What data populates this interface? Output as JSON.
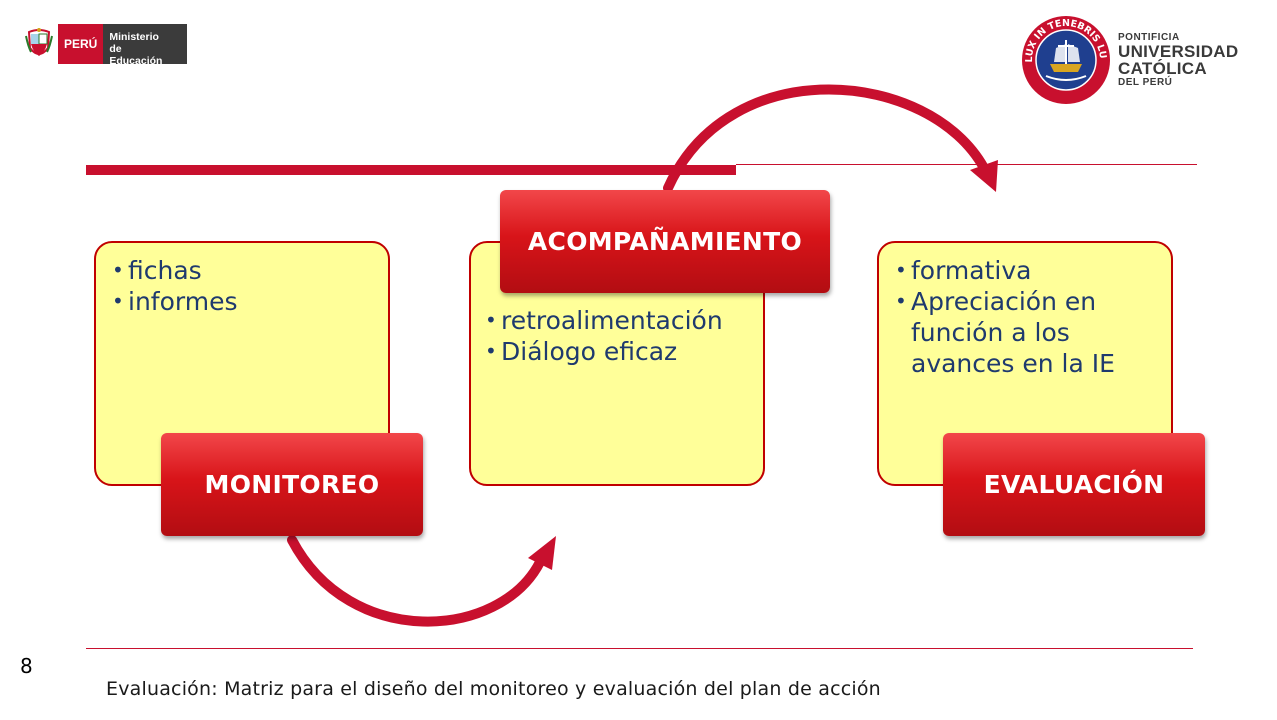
{
  "header": {
    "minedu_country": "PERÚ",
    "minedu_ministry_line1": "Ministerio",
    "minedu_ministry_line2": "de Educación",
    "pucp_line1": "PONTIFICIA",
    "pucp_line2": "UNIVERSIDAD",
    "pucp_line3": "CATÓLICA",
    "pucp_line4": "DEL PERÚ",
    "pucp_seal_motto": "ET LUX IN TENEBRIS LUCET"
  },
  "stages": [
    {
      "label": "MONITOREO",
      "items": [
        "fichas",
        "informes"
      ]
    },
    {
      "label": "ACOMPAÑAMIENTO",
      "items": [
        "retroalimentación",
        "Diálogo eficaz"
      ]
    },
    {
      "label": "EVALUACIÓN",
      "items": [
        "formativa",
        "Apreciación en función a los avances en la IE"
      ]
    }
  ],
  "colors": {
    "accent": "#c8102e",
    "box_fill": "#ffff99",
    "box_text": "#1f3a6e"
  },
  "footer": {
    "page_number": "8",
    "caption": "Evaluación: Matriz para el diseño del monitoreo y evaluación del plan de acción"
  }
}
